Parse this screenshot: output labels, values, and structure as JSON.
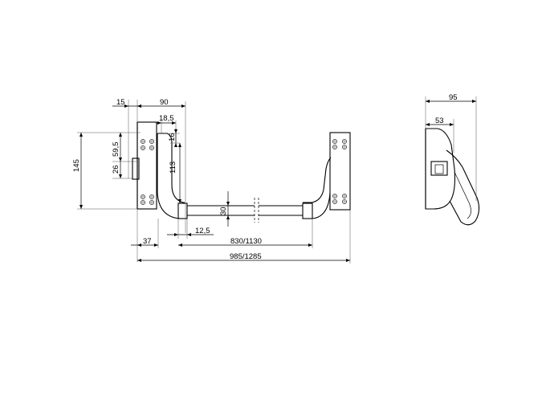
{
  "dimensions": {
    "d15": "15",
    "d90": "90",
    "d18_5": "18,5",
    "d16": "16",
    "d59_5": "59,5",
    "d145": "145",
    "d26": "26",
    "d113": "113",
    "d30": "30",
    "d12_5": "12,5",
    "d37": "37",
    "d830_1130": "830/1130",
    "d985_1285": "985/1285",
    "d95": "95",
    "d53": "53"
  }
}
